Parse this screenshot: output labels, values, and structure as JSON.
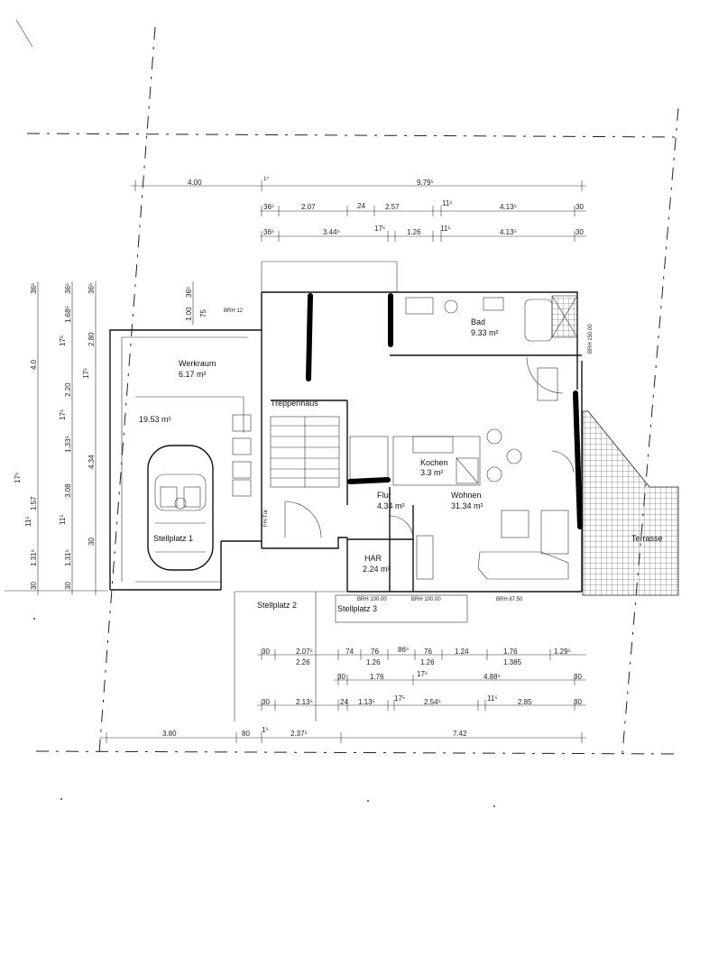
{
  "rooms": {
    "werkraum": {
      "name": "Werkraum",
      "area": "6.17 m²"
    },
    "garage": {
      "area": "19.53 m²"
    },
    "treppenhaus": {
      "name": "Treppenhaus"
    },
    "bad": {
      "name": "Bad",
      "area": "9.33 m²"
    },
    "kochen": {
      "name": "Kochen",
      "area": "3.3 m²"
    },
    "flur": {
      "name": "Flur",
      "area": "4.34 m²"
    },
    "wohnen": {
      "name": "Wohnen",
      "area": "31.34 m²"
    },
    "har": {
      "name": "HAR",
      "area": "2.24 m²"
    },
    "terrasse": {
      "name": "Terrasse"
    },
    "stellplatz1": {
      "name": "Stellplatz 1"
    },
    "stellplatz2": {
      "name": "Stellplatz 2"
    },
    "stellplatz3": {
      "name": "Stellplatz 3"
    },
    "fhtuer": {
      "name": "FH-Tür"
    }
  },
  "brh": {
    "brh1": "BRH 100.00",
    "brh2": "BRH 100.00",
    "brh3": "BRH 87.50",
    "brh4": "BRH 150.00",
    "brh5": "BRH 12"
  },
  "top_dims": {
    "row1": [
      "4.00",
      "1⁵",
      "9.79⁵"
    ],
    "row2": [
      "36⁵",
      "2.07",
      "24",
      "2.57",
      "11⁵",
      "4.13⁵",
      "30"
    ],
    "row3": [
      "36⁵",
      "3.44⁵",
      "17⁵",
      "1.26",
      "11⁵",
      "4.13⁵",
      "30"
    ]
  },
  "bottom_dims": {
    "row1": [
      "30",
      "2.07⁵",
      "74",
      "76",
      "86⁵",
      "76",
      "1.24",
      "1.76",
      "1.29⁵"
    ],
    "row1b": [
      "2.26",
      "1.26",
      "1.26",
      "1.385"
    ],
    "row2": [
      "30",
      "1.76",
      "17⁵",
      "4.88⁵",
      "30"
    ],
    "row3": [
      "30",
      "2.13⁵",
      "24",
      "1.13⁵",
      "17⁵",
      "2.54⁵",
      "11⁵",
      "2.85",
      "30"
    ],
    "row4": [
      "3.80",
      "80",
      "1⁵",
      "2.37⁵",
      "7.42"
    ]
  },
  "left_dims": {
    "col1": [
      "36⁵",
      "4.0",
      "17⁵",
      "1.57",
      "11⁵",
      "1.31⁵",
      "30"
    ],
    "col2": [
      "36⁵",
      "1.68⁵",
      "17⁵",
      "2.20",
      "17⁵",
      "1.33⁵",
      "3.08",
      "11⁵",
      "1.31⁵",
      "30"
    ],
    "col3": [
      "36⁵",
      "2.80",
      "17⁵",
      "4.34",
      "30"
    ],
    "col4": [
      "36⁵",
      "1.00",
      "75"
    ]
  }
}
